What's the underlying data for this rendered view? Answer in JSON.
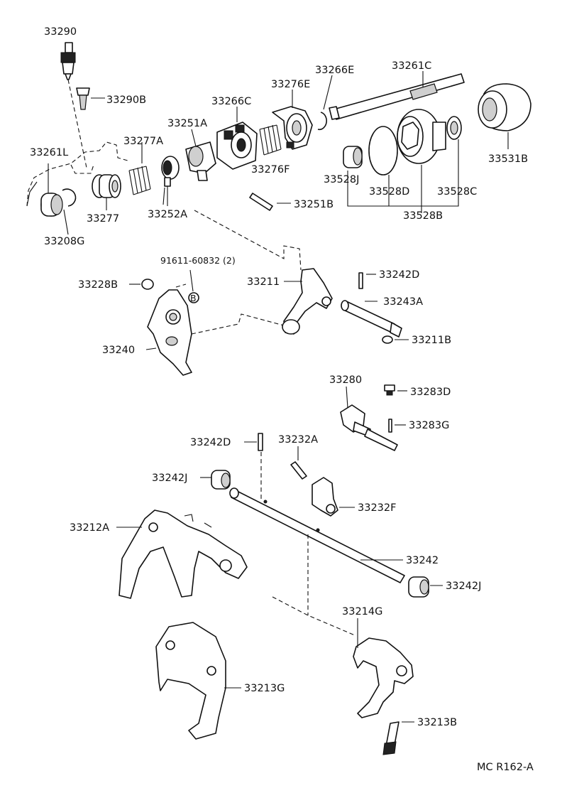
{
  "labels": {
    "p33290": "33290",
    "p33290B": "33290B",
    "p33266E": "33266E",
    "p33261C": "33261C",
    "p33276E": "33276E",
    "p33266C": "33266C",
    "p33251A": "33251A",
    "p33277A": "33277A",
    "p33261L": "33261L",
    "p33531B": "33531B",
    "p33276F": "33276F",
    "p33528J": "33528J",
    "p33528D": "33528D",
    "p33528C": "33528C",
    "p33277": "33277",
    "p33252A": "33252A",
    "p33251B": "33251B",
    "p33528B": "33528B",
    "p33208G": "33208G",
    "p91611": "91611-60832 (2)",
    "p33242D_a": "33242D",
    "p33228B": "33228B",
    "p33211": "33211",
    "p33243A": "33243A",
    "p33240": "33240",
    "p33211B": "33211B",
    "p33280": "33280",
    "p33283D": "33283D",
    "p33283G": "33283G",
    "p33242D_b": "33242D",
    "p33232A": "33232A",
    "p33242J_a": "33242J",
    "p33232F": "33232F",
    "p33212A": "33212A",
    "p33242": "33242",
    "p33242J_b": "33242J",
    "p33214G": "33214G",
    "p33213G": "33213G",
    "p33213B": "33213B",
    "markerB": "B"
  },
  "footer": {
    "code": "MC R162-A"
  }
}
